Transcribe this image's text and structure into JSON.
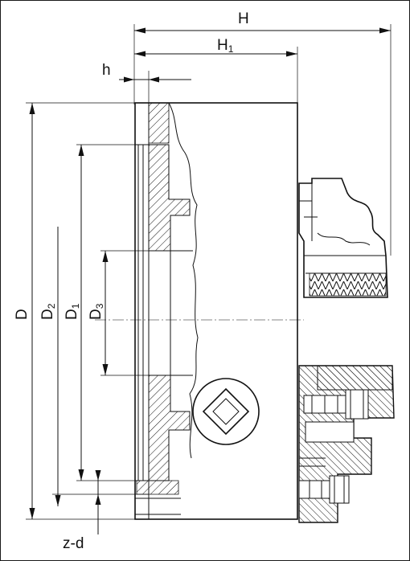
{
  "dimensions": {
    "H": "H",
    "H1": {
      "base": "H",
      "sub": "1"
    },
    "h": "h",
    "D": "D",
    "D2": {
      "base": "D",
      "sub": "2"
    },
    "D1": {
      "base": "D",
      "sub": "1"
    },
    "D3": {
      "base": "D",
      "sub": "3"
    },
    "zd": "z-d"
  }
}
